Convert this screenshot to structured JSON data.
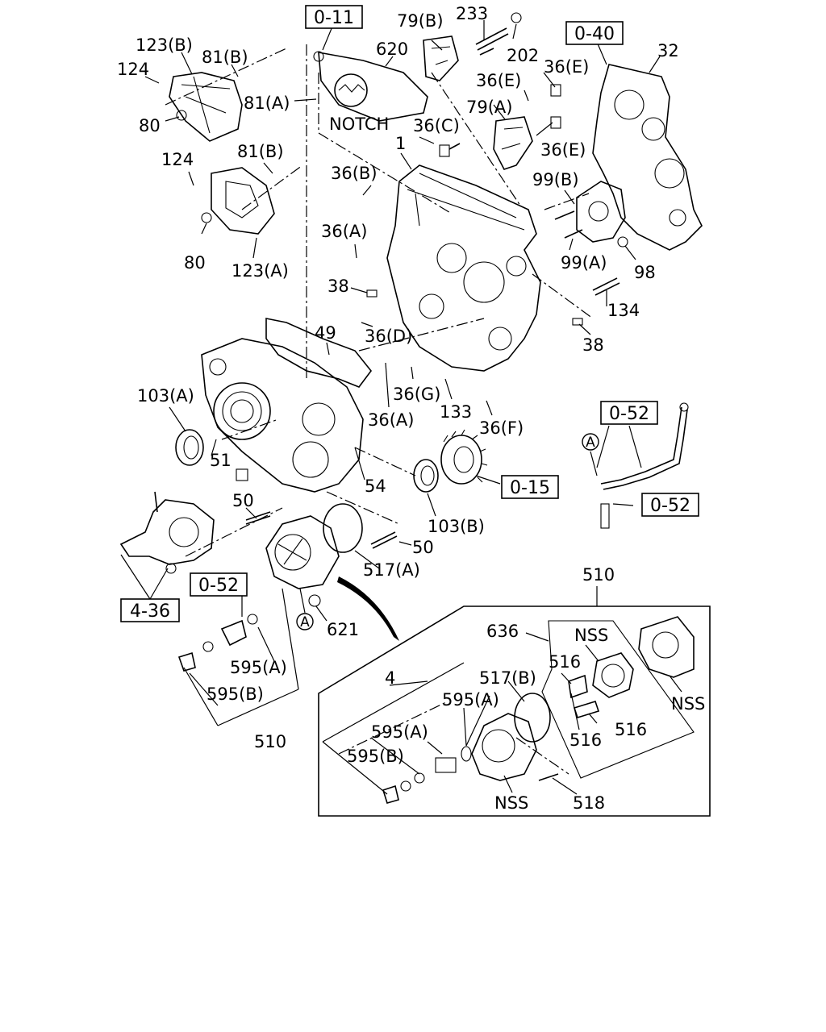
{
  "labels": {
    "l_0_11": "0-11",
    "l_79b": "79(B)",
    "l_233": "233",
    "l_123b": "123(B)",
    "l_81b_top": "81(B)",
    "l_620": "620",
    "l_202": "202",
    "l_0_40": "0-40",
    "l_32": "32",
    "l_124_top": "124",
    "l_36e_a": "36(E)",
    "l_36e_b": "36(E)",
    "l_81a": "81(A)",
    "l_79a": "79(A)",
    "l_80_top": "80",
    "l_notch": "NOTCH",
    "l_36c": "36(C)",
    "l_36e_c": "36(E)",
    "l_1": "1",
    "l_124_mid": "124",
    "l_81b_mid": "81(B)",
    "l_36b": "36(B)",
    "l_99b": "99(B)",
    "l_36a_top": "36(A)",
    "l_80_mid": "80",
    "l_123a": "123(A)",
    "l_99a": "99(A)",
    "l_98": "98",
    "l_38_left": "38",
    "l_134": "134",
    "l_49": "49",
    "l_36d": "36(D)",
    "l_38_right": "38",
    "l_103a": "103(A)",
    "l_36g": "36(G)",
    "l_133": "133",
    "l_36a_mid": "36(A)",
    "l_36f": "36(F)",
    "l_0_52_top": "0-52",
    "l_circle_a_right": "A",
    "l_51": "51",
    "l_54": "54",
    "l_0_15": "0-15",
    "l_0_52_mid": "0-52",
    "l_50_left": "50",
    "l_103b": "103(B)",
    "l_50_right": "50",
    "l_517a": "517(A)",
    "l_510_top": "510",
    "l_0_52_bot": "0-52",
    "l_4_36": "4-36",
    "l_circle_a_left": "A",
    "l_621": "621",
    "l_636": "636",
    "l_nss_top": "NSS",
    "l_516_a": "516",
    "l_595a_left": "595(A)",
    "l_4": "4",
    "l_517b": "517(B)",
    "l_595b_left": "595(B)",
    "l_595a_box": "595(A)",
    "l_nss_right": "NSS",
    "l_516_b": "516",
    "l_516_c": "516",
    "l_510_bot": "510",
    "l_595a_box2": "595(A)",
    "l_595b_box": "595(B)",
    "l_nss_bot": "NSS",
    "l_518": "518"
  }
}
